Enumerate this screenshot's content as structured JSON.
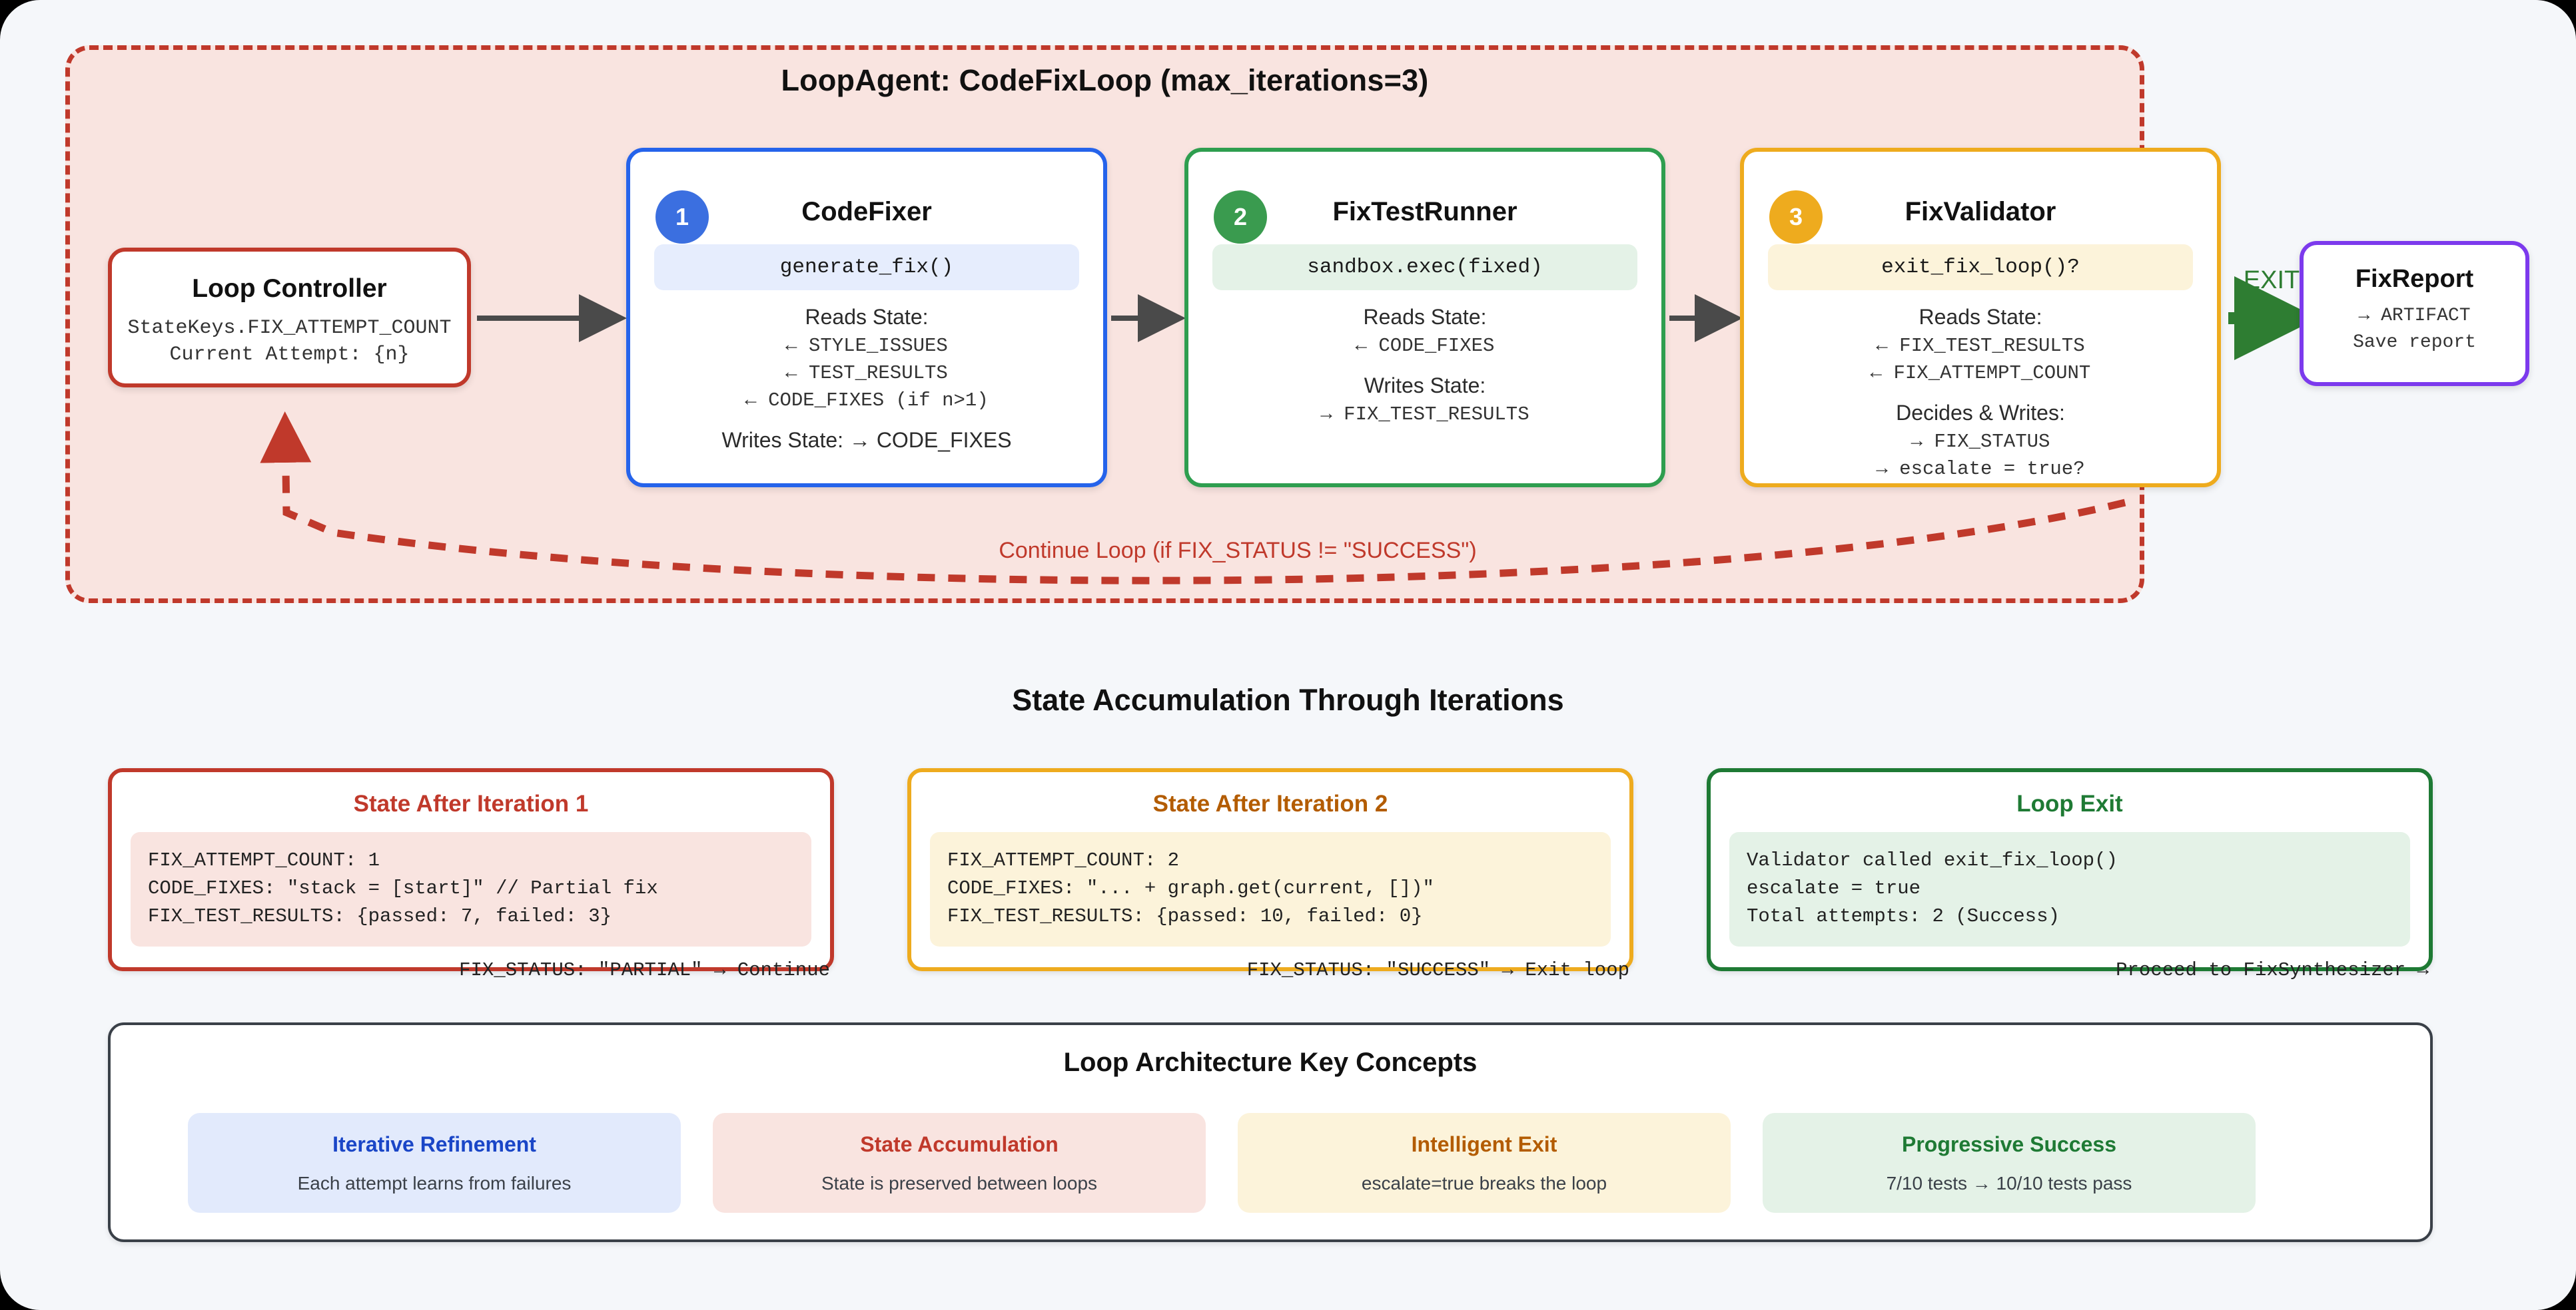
{
  "loop": {
    "title": "LoopAgent: CodeFixLoop (max_iterations=3)",
    "continue_label": "Continue Loop (if FIX_STATUS != \"SUCCESS\")",
    "exit_label": "EXIT"
  },
  "controller": {
    "title": "Loop Controller",
    "line1": "StateKeys.FIX_ATTEMPT_COUNT",
    "line2": "Current Attempt: {n}"
  },
  "steps": [
    {
      "badge": "1",
      "title": "CodeFixer",
      "code": "generate_fix()",
      "reads_label": "Reads State:",
      "reads": [
        "← STYLE_ISSUES",
        "← TEST_RESULTS",
        "← CODE_FIXES (if n>1)"
      ],
      "writes_label": "Writes State: → CODE_FIXES",
      "accent": "#2563eb"
    },
    {
      "badge": "2",
      "title": "FixTestRunner",
      "code": "sandbox.exec(fixed)",
      "reads_label": "Reads State:",
      "reads": [
        "← CODE_FIXES"
      ],
      "writes_label": "Writes State:",
      "writes": [
        "→ FIX_TEST_RESULTS"
      ],
      "accent": "#2e9e4f"
    },
    {
      "badge": "3",
      "title": "FixValidator",
      "code": "exit_fix_loop()?",
      "reads_label": "Reads State:",
      "reads": [
        "← FIX_TEST_RESULTS",
        "← FIX_ATTEMPT_COUNT"
      ],
      "writes_label": "Decides & Writes:",
      "writes": [
        "→ FIX_STATUS",
        "→ escalate = true?"
      ],
      "accent": "#eeab1e"
    }
  ],
  "report": {
    "title": "FixReport",
    "line1": "→ ARTIFACT",
    "line2": "Save report"
  },
  "state_section": {
    "heading": "State Accumulation Through Iterations",
    "cards": [
      {
        "title": "State After Iteration 1",
        "lines": [
          "FIX_ATTEMPT_COUNT: 1",
          "CODE_FIXES: \"stack = [start]\" // Partial fix",
          "FIX_TEST_RESULTS: {passed: 7, failed: 3}"
        ],
        "footer": "FIX_STATUS: \"PARTIAL\" → Continue",
        "accent": "#c0392b"
      },
      {
        "title": "State After Iteration 2",
        "lines": [
          "FIX_ATTEMPT_COUNT: 2",
          "CODE_FIXES: \"... + graph.get(current, [])\"",
          "FIX_TEST_RESULTS: {passed: 10, failed: 0}"
        ],
        "footer": "FIX_STATUS: \"SUCCESS\" → Exit loop",
        "accent": "#eeab1e"
      },
      {
        "title": "Loop Exit",
        "lines": [
          "Validator called exit_fix_loop()",
          "escalate = true",
          "Total attempts: 2 (Success)"
        ],
        "footer": "Proceed to FixSynthesizer →",
        "accent": "#1e7a34"
      }
    ]
  },
  "concepts": {
    "title": "Loop Architecture Key Concepts",
    "items": [
      {
        "title": "Iterative Refinement",
        "sub": "Each attempt learns from failures"
      },
      {
        "title": "State Accumulation",
        "sub": "State is preserved between loops"
      },
      {
        "title": "Intelligent Exit",
        "sub": "escalate=true breaks the loop"
      },
      {
        "title": "Progressive Success",
        "sub": "7/10 tests → 10/10 tests pass"
      }
    ]
  }
}
